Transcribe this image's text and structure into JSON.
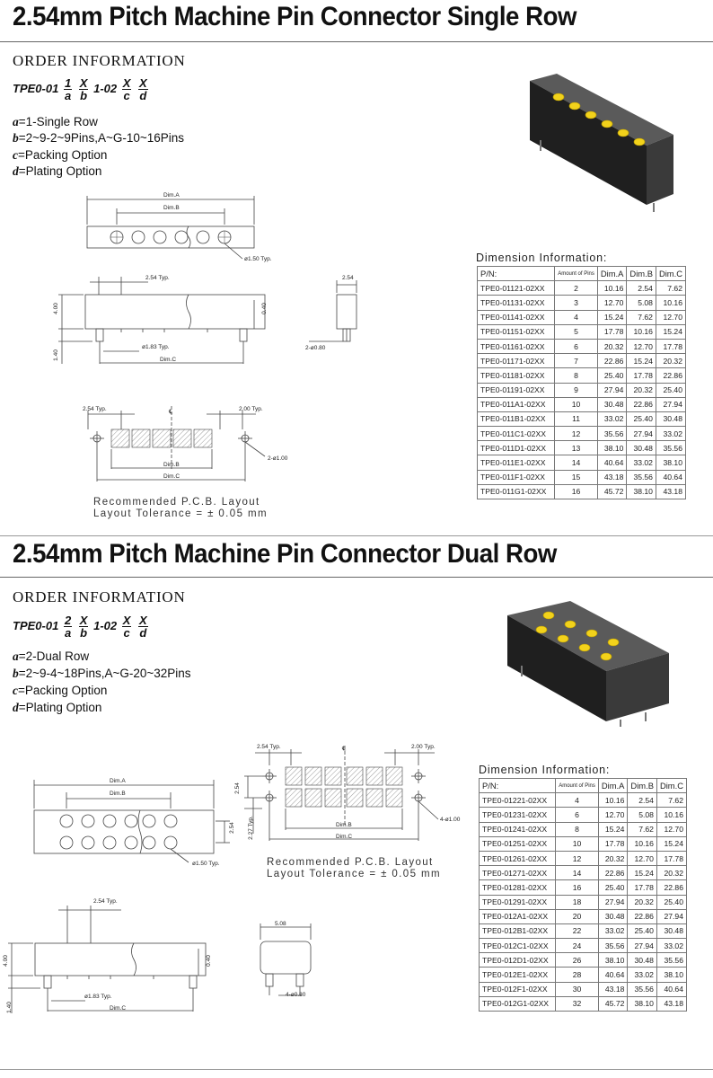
{
  "sections": [
    {
      "title": "2.54mm Pitch Machine Pin Connector Single Row",
      "order_heading": "ORDER INFORMATION",
      "part_prefix": "TPE0-01",
      "part_a_top": "1",
      "part_a_bottom": "a",
      "part_b_top": "X",
      "part_b_bottom": "b",
      "part_mid": "1-02",
      "part_c_top": "X",
      "part_c_bottom": "c",
      "part_d_top": "X",
      "part_d_bottom": "d",
      "options": [
        {
          "key": "a",
          "text": "=1-Single Row"
        },
        {
          "key": "b",
          "text": "=2~9-2~9Pins,A~G-10~16Pins"
        },
        {
          "key": "c",
          "text": "=Packing Option"
        },
        {
          "key": "d",
          "text": "=Plating Option"
        }
      ],
      "dim_title": "Dimension Information:",
      "headers": {
        "pn": "P/N:",
        "amount": "Amount of Pins",
        "a": "Dim.A",
        "b": "Dim.B",
        "c": "Dim.C"
      },
      "rows": [
        [
          "TPE0-01121-02XX",
          "2",
          "10.16",
          "2.54",
          "7.62"
        ],
        [
          "TPE0-01131-02XX",
          "3",
          "12.70",
          "5.08",
          "10.16"
        ],
        [
          "TPE0-01141-02XX",
          "4",
          "15.24",
          "7.62",
          "12.70"
        ],
        [
          "TPE0-01151-02XX",
          "5",
          "17.78",
          "10.16",
          "15.24"
        ],
        [
          "TPE0-01161-02XX",
          "6",
          "20.32",
          "12.70",
          "17.78"
        ],
        [
          "TPE0-01171-02XX",
          "7",
          "22.86",
          "15.24",
          "20.32"
        ],
        [
          "TPE0-01181-02XX",
          "8",
          "25.40",
          "17.78",
          "22.86"
        ],
        [
          "TPE0-01191-02XX",
          "9",
          "27.94",
          "20.32",
          "25.40"
        ],
        [
          "TPE0-011A1-02XX",
          "10",
          "30.48",
          "22.86",
          "27.94"
        ],
        [
          "TPE0-011B1-02XX",
          "11",
          "33.02",
          "25.40",
          "30.48"
        ],
        [
          "TPE0-011C1-02XX",
          "12",
          "35.56",
          "27.94",
          "33.02"
        ],
        [
          "TPE0-011D1-02XX",
          "13",
          "38.10",
          "30.48",
          "35.56"
        ],
        [
          "TPE0-011E1-02XX",
          "14",
          "40.64",
          "33.02",
          "38.10"
        ],
        [
          "TPE0-011F1-02XX",
          "15",
          "43.18",
          "35.56",
          "40.64"
        ],
        [
          "TPE0-011G1-02XX",
          "16",
          "45.72",
          "38.10",
          "43.18"
        ]
      ],
      "pcb_note_1": "Recommended   P.C.B. Layout",
      "pcb_note_2": "Layout  Tolerance  =  ±  0.05  mm",
      "labels": {
        "dim_a": "Dim.A",
        "dim_b": "Dim.B",
        "dim_c": "Dim.C",
        "hole": "ø1.50 Typ.",
        "pitch": "2.54 Typ.",
        "height": "4.00",
        "tail": "1.40",
        "pin_dia": "ø1.83 Typ.",
        "stub": "0.40",
        "width": "2.54",
        "side_pin": "2-ø0.80",
        "pcb_pitch": "2.54 Typ.",
        "pcb_end": "2.00 Typ.",
        "pcb_hole": "2-ø1.00",
        "cl": "℄"
      }
    },
    {
      "title": "2.54mm Pitch Machine Pin Connector Dual Row",
      "order_heading": "ORDER INFORMATION",
      "part_prefix": "TPE0-01",
      "part_a_top": "2",
      "part_a_bottom": "a",
      "part_b_top": "X",
      "part_b_bottom": "b",
      "part_mid": "1-02",
      "part_c_top": "X",
      "part_c_bottom": "c",
      "part_d_top": "X",
      "part_d_bottom": "d",
      "options": [
        {
          "key": "a",
          "text": "=2-Dual Row"
        },
        {
          "key": "b",
          "text": "=2~9-4~18Pins,A~G-20~32Pins"
        },
        {
          "key": "c",
          "text": "=Packing Option"
        },
        {
          "key": "d",
          "text": "=Plating Option"
        }
      ],
      "dim_title": "Dimension Information:",
      "headers": {
        "pn": "P/N:",
        "amount": "Amount of Pins",
        "a": "Dim.A",
        "b": "Dim.B",
        "c": "Dim.C"
      },
      "rows": [
        [
          "TPE0-01221-02XX",
          "4",
          "10.16",
          "2.54",
          "7.62"
        ],
        [
          "TPE0-01231-02XX",
          "6",
          "12.70",
          "5.08",
          "10.16"
        ],
        [
          "TPE0-01241-02XX",
          "8",
          "15.24",
          "7.62",
          "12.70"
        ],
        [
          "TPE0-01251-02XX",
          "10",
          "17.78",
          "10.16",
          "15.24"
        ],
        [
          "TPE0-01261-02XX",
          "12",
          "20.32",
          "12.70",
          "17.78"
        ],
        [
          "TPE0-01271-02XX",
          "14",
          "22.86",
          "15.24",
          "20.32"
        ],
        [
          "TPE0-01281-02XX",
          "16",
          "25.40",
          "17.78",
          "22.86"
        ],
        [
          "TPE0-01291-02XX",
          "18",
          "27.94",
          "20.32",
          "25.40"
        ],
        [
          "TPE0-012A1-02XX",
          "20",
          "30.48",
          "22.86",
          "27.94"
        ],
        [
          "TPE0-012B1-02XX",
          "22",
          "33.02",
          "25.40",
          "30.48"
        ],
        [
          "TPE0-012C1-02XX",
          "24",
          "35.56",
          "27.94",
          "33.02"
        ],
        [
          "TPE0-012D1-02XX",
          "26",
          "38.10",
          "30.48",
          "35.56"
        ],
        [
          "TPE0-012E1-02XX",
          "28",
          "40.64",
          "33.02",
          "38.10"
        ],
        [
          "TPE0-012F1-02XX",
          "30",
          "43.18",
          "35.56",
          "40.64"
        ],
        [
          "TPE0-012G1-02XX",
          "32",
          "45.72",
          "38.10",
          "43.18"
        ]
      ],
      "pcb_note_1": "Recommended   P.C.B. Layout",
      "pcb_note_2": "Layout  Tolerance  =  ±  0.05  mm",
      "labels": {
        "dim_a": "Dim.A",
        "dim_b": "Dim.B",
        "dim_c": "Dim.C",
        "hole": "ø1.50 Typ.",
        "pitch": "2.54 Typ.",
        "height": "4.00",
        "tail": "1.40",
        "pin_dia": "ø1.83 Typ.",
        "stub": "0.40",
        "width": "5.08",
        "side_pin": "4-ø0.80",
        "row_pitch": "2.54",
        "pcb_pitch": "2.54 Typ.",
        "pcb_end": "2.00 Typ.",
        "pcb_hole": "4-ø1.00",
        "pcb_row": "2.54",
        "pcb_offset": "2.27 Typ.",
        "cl": "℄"
      }
    }
  ],
  "colors": {
    "connector_body": "#2b2b2b",
    "pin_gold": "#f2d21b",
    "line": "#444444"
  }
}
